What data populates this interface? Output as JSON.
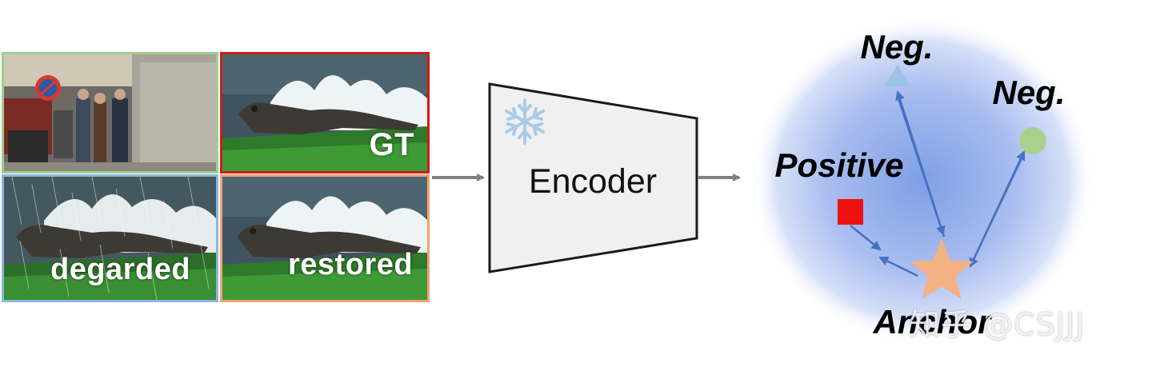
{
  "panels": {
    "street": {
      "label": ""
    },
    "gt": {
      "label": "GT"
    },
    "degraded": {
      "label": "degarded"
    },
    "restored": {
      "label": "restored"
    }
  },
  "encoder": {
    "label": "Encoder",
    "icon": "snowflake-icon",
    "icon_color": "#a9cbe8"
  },
  "embedding": {
    "neg_top": "Neg.",
    "neg_right": "Neg.",
    "positive": "Positive",
    "anchor": "Anchor"
  },
  "colors": {
    "street_border": "#9fcf8f",
    "gt_border": "#d21b17",
    "degraded_border": "#8db4df",
    "restored_border": "#f1a276",
    "arrow_gray": "#808080",
    "arrow_blue": "#4472c4",
    "positive_square": "#ee1111",
    "neg_triangle": "#9dc3e6",
    "neg_circle": "#a9d18e",
    "anchor_star": "#f4b183"
  },
  "watermark": "知乎 @CSJJJ"
}
